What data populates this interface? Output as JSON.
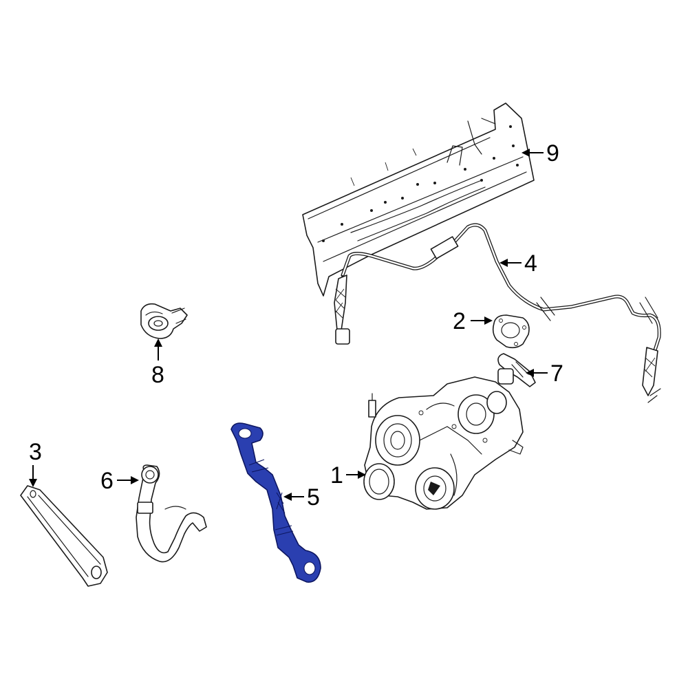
{
  "colors": {
    "highlight": "#2a3fb0",
    "line": "#1a1a1a",
    "background": "#ffffff"
  },
  "callouts": [
    {
      "id": "1",
      "label": "1"
    },
    {
      "id": "2",
      "label": "2"
    },
    {
      "id": "3",
      "label": "3"
    },
    {
      "id": "4",
      "label": "4"
    },
    {
      "id": "5",
      "label": "5"
    },
    {
      "id": "6",
      "label": "6"
    },
    {
      "id": "7",
      "label": "7"
    },
    {
      "id": "8",
      "label": "8"
    },
    {
      "id": "9",
      "label": "9"
    }
  ],
  "highlighted_part": "5"
}
